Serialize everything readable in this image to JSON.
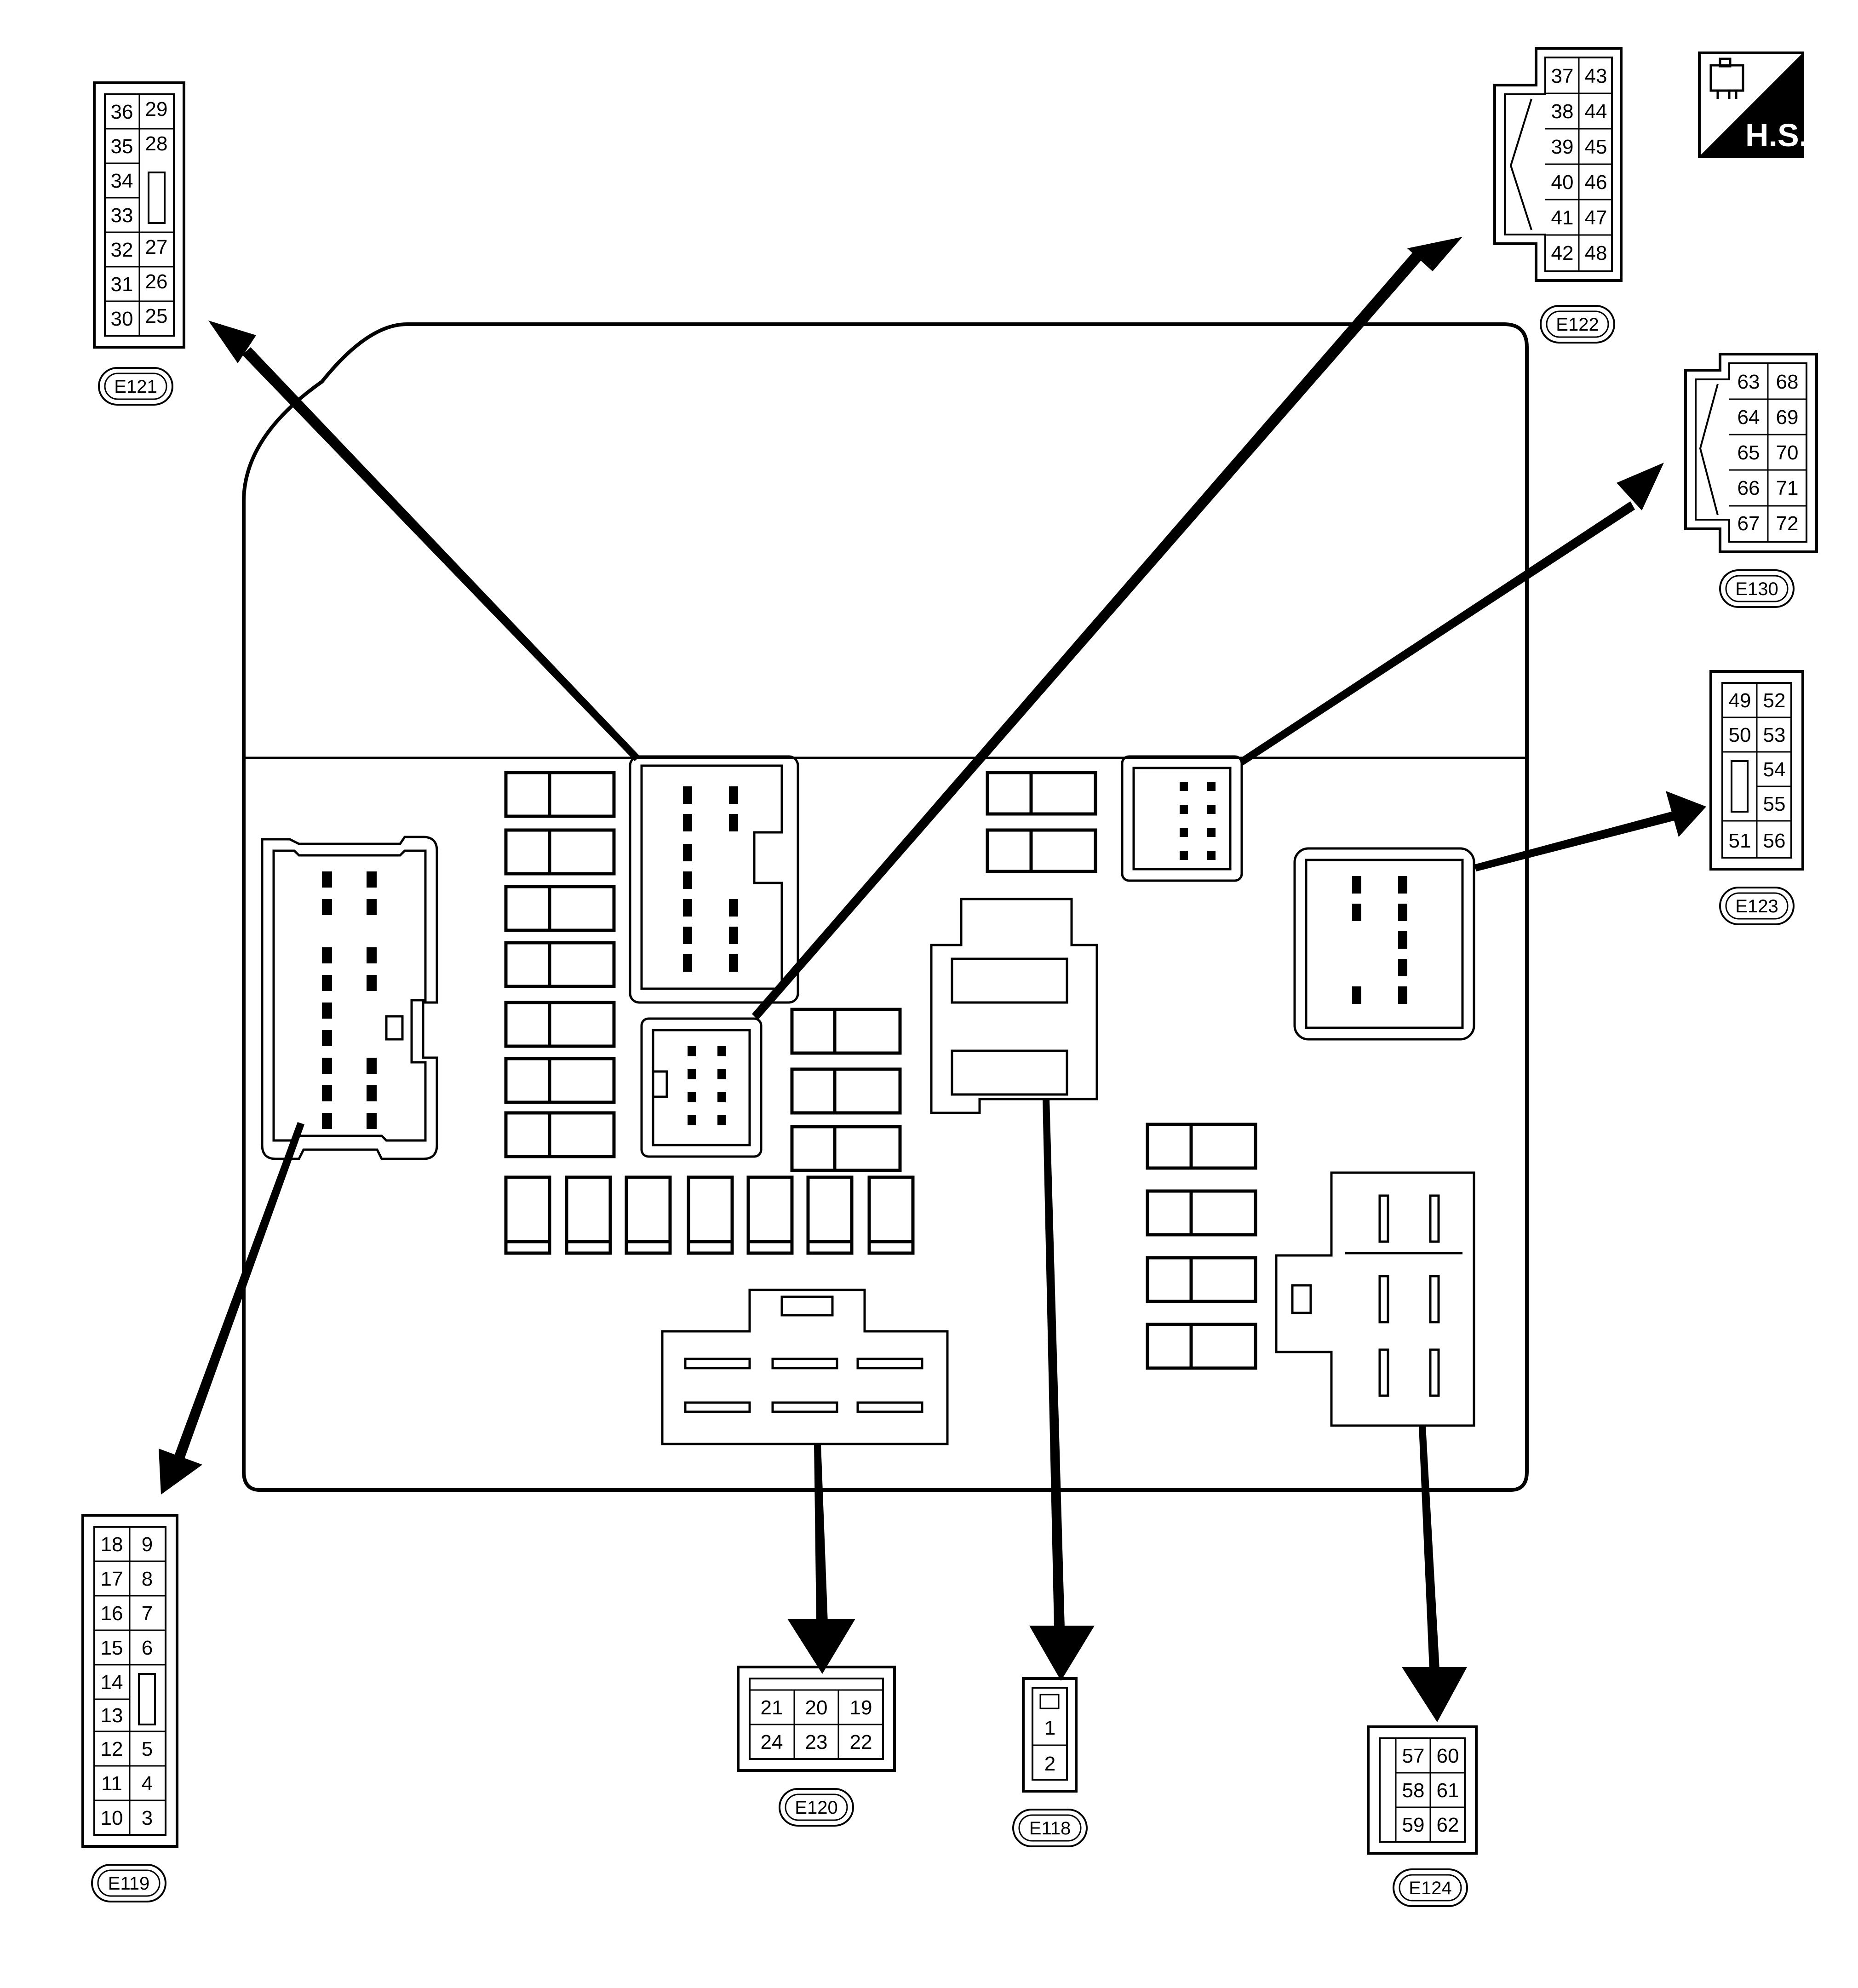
{
  "badge": {
    "text": "H.S.",
    "icon": "harness-side-icon"
  },
  "colors": {
    "line": "#000000",
    "background": "#ffffff"
  },
  "connectors": {
    "E121": {
      "label": "E121",
      "rows": [
        [
          "36",
          "29"
        ],
        [
          "35",
          "28"
        ],
        [
          "34",
          ""
        ],
        [
          "33",
          ""
        ],
        [
          "32",
          "27"
        ],
        [
          "31",
          "26"
        ],
        [
          "30",
          "25"
        ]
      ]
    },
    "E122": {
      "label": "E122",
      "rows": [
        [
          "37",
          "43"
        ],
        [
          "38",
          "44"
        ],
        [
          "39",
          "45"
        ],
        [
          "40",
          "46"
        ],
        [
          "41",
          "47"
        ],
        [
          "42",
          "48"
        ]
      ]
    },
    "E130": {
      "label": "E130",
      "rows": [
        [
          "63",
          "68"
        ],
        [
          "64",
          "69"
        ],
        [
          "65",
          "70"
        ],
        [
          "66",
          "71"
        ],
        [
          "67",
          "72"
        ]
      ]
    },
    "E123": {
      "label": "E123",
      "rows": [
        [
          "49",
          "52"
        ],
        [
          "50",
          "53"
        ],
        [
          "",
          "54"
        ],
        [
          "",
          "55"
        ],
        [
          "51",
          "56"
        ]
      ]
    },
    "E119": {
      "label": "E119",
      "rows": [
        [
          "18",
          "9"
        ],
        [
          "17",
          "8"
        ],
        [
          "16",
          "7"
        ],
        [
          "15",
          "6"
        ],
        [
          "14",
          ""
        ],
        [
          "13",
          ""
        ],
        [
          "12",
          "5"
        ],
        [
          "11",
          "4"
        ],
        [
          "10",
          "3"
        ]
      ]
    },
    "E120": {
      "label": "E120",
      "rows": [
        [
          "21",
          "20",
          "19"
        ],
        [
          "24",
          "23",
          "22"
        ]
      ]
    },
    "E118": {
      "label": "E118",
      "rows": [
        [
          "1"
        ],
        [
          "2"
        ]
      ]
    },
    "E124": {
      "label": "E124",
      "rows": [
        [
          "57",
          "60"
        ],
        [
          "58",
          "61"
        ],
        [
          "59",
          "62"
        ]
      ]
    }
  }
}
